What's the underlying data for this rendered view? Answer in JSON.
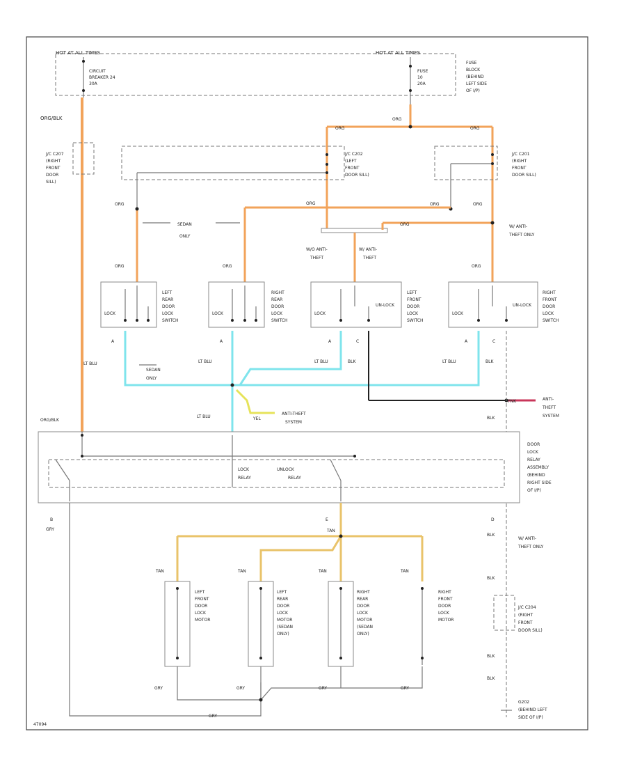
{
  "colors": {
    "org": "#f2a35a",
    "ltblu": "#7fe4ec",
    "yel": "#e6e35a",
    "tan": "#e9c36a",
    "pnk": "#c8365a",
    "blk": "#222222",
    "gry": "#8a8a8a"
  },
  "labels": {
    "hot1": "HOT AT ALL TIMES",
    "hot2": "HOT AT ALL TIMES",
    "cb": [
      "CIRCUIT",
      "BREAKER 24",
      "30A"
    ],
    "fuse": [
      "FUSE",
      "10",
      "20A"
    ],
    "fuseblock": [
      "FUSE",
      "BLOCK",
      "(BEHIND",
      "LEFT SIDE",
      "OF I/P)"
    ],
    "wire_orgblk_top": "ORG/BLK",
    "c207": [
      "J/C C207",
      "(RIGHT",
      "FRONT",
      "DOOR",
      "SILL)"
    ],
    "c202": [
      "J/C C202",
      "(LEFT",
      "FRONT",
      "DOOR SILL)"
    ],
    "c201": [
      "J/C C201",
      "(RIGHT",
      "FRONT",
      "DOOR SILL)"
    ],
    "org_a": "ORG",
    "org_b": "ORG",
    "org_c": "ORG",
    "org_d": "ORG",
    "org_e": "ORG",
    "org_f": "ORG",
    "org_g": "ORG",
    "org_h": "ORG",
    "org_i": "ORG",
    "org_j": "ORG",
    "org_k": "ORG",
    "sedan_only": [
      "SEDAN",
      "ONLY"
    ],
    "w_anti_theft_only_top": [
      "W/ ANTI-",
      "THEFT ONLY"
    ],
    "wo_anti_theft": [
      "W/O ANTI-",
      "THEFT"
    ],
    "w_anti_theft": [
      "W/ ANTI-",
      "THEFT"
    ],
    "sw_lr": [
      "LEFT",
      "REAR",
      "DOOR",
      "LOCK",
      "SWITCH"
    ],
    "sw_rr": [
      "RIGHT",
      "REAR",
      "DOOR",
      "LOCK",
      "SWITCH"
    ],
    "sw_lf": [
      "LEFT",
      "FRONT",
      "DOOR",
      "LOCK",
      "SWITCH"
    ],
    "sw_rf": [
      "RIGHT",
      "FRONT",
      "DOOR",
      "LOCK",
      "SWITCH"
    ],
    "lock1": "LOCK",
    "lock2": "LOCK",
    "lock3": "LOCK",
    "lock4": "LOCK",
    "unlock1": "UN-LOCK",
    "unlock2": "UN-LOCK",
    "pin_a1": "A",
    "pin_a2": "A",
    "pin_a3": "A",
    "pin_a4": "A",
    "pin_c1": "C",
    "pin_c2": "C",
    "ltblu1": "LT BLU",
    "ltblu2": "LT BLU",
    "ltblu3": "LT BLU",
    "ltblu4": "LT BLU",
    "ltblu5": "LT BLU",
    "blk1": "BLK",
    "blk2": "BLK",
    "blk3": "BLK",
    "blk4": "BLK",
    "blk5": "BLK",
    "blk6": "BLK",
    "sedan_only2": [
      "SEDAN",
      "ONLY"
    ],
    "pnk": "PNK",
    "yel": "YEL",
    "anti_theft_sys1": [
      "ANTI-THEFT",
      "SYSTEM"
    ],
    "anti_theft_sys2": [
      "ANTI-",
      "THEFT",
      "SYSTEM"
    ],
    "orgblk_bottom": "ORG/BLK",
    "lock_relay": [
      "LOCK",
      "RELAY"
    ],
    "unlock_relay": [
      "UNLOCK",
      "RELAY"
    ],
    "relay_assembly": [
      "DOOR",
      "LOCK",
      "RELAY",
      "ASSEMBLY",
      "(BEHIND",
      "RIGHT SIDE",
      "OF I/P)"
    ],
    "pin_b": "B",
    "pin_e": "E",
    "pin_d": "D",
    "gry1": "GRY",
    "gry2": "GRY",
    "gry3": "GRY",
    "gry4": "GRY",
    "gry5": "GRY",
    "tan1": "TAN",
    "tan2": "TAN",
    "tan3": "TAN",
    "tan4": "TAN",
    "tan5": "TAN",
    "w_anti_theft_only_bot": [
      "W/ ANTI-",
      "THEFT ONLY"
    ],
    "c204": [
      "J/C C204",
      "(RIGHT",
      "FRONT",
      "DOOR SILL)"
    ],
    "motor_lf": [
      "LEFT",
      "FRONT",
      "DOOR",
      "LOCK",
      "MOTOR"
    ],
    "motor_lr": [
      "LEFT",
      "REAR",
      "DOOR",
      "LOCK",
      "MOTOR",
      "(SEDAN",
      "ONLY)"
    ],
    "motor_rr": [
      "RIGHT",
      "REAR",
      "DOOR",
      "LOCK",
      "MOTOR",
      "(SEDAN",
      "ONLY)"
    ],
    "motor_rf": [
      "RIGHT",
      "FRONT",
      "DOOR",
      "LOCK",
      "MOTOR"
    ],
    "g202": [
      "G202",
      "(BEHIND LEFT",
      "SIDE OF I/P)"
    ],
    "figure_id": "47094"
  }
}
